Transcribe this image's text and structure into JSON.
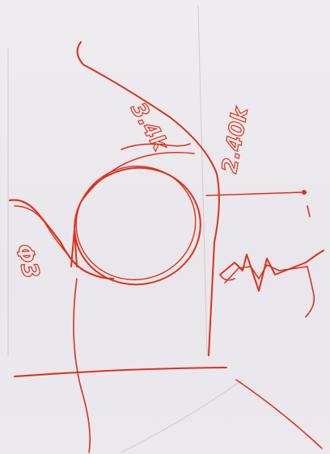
{
  "annotations": {
    "left_label": "Φ3",
    "top_label": "3.4k",
    "right_label": "2.40k"
  },
  "colors": {
    "paper": "#eceaee",
    "ink": "#e0301c",
    "faint_line": "#d9b7b3"
  },
  "icons": {
    "drawing": "hand-drawn-sketch"
  }
}
